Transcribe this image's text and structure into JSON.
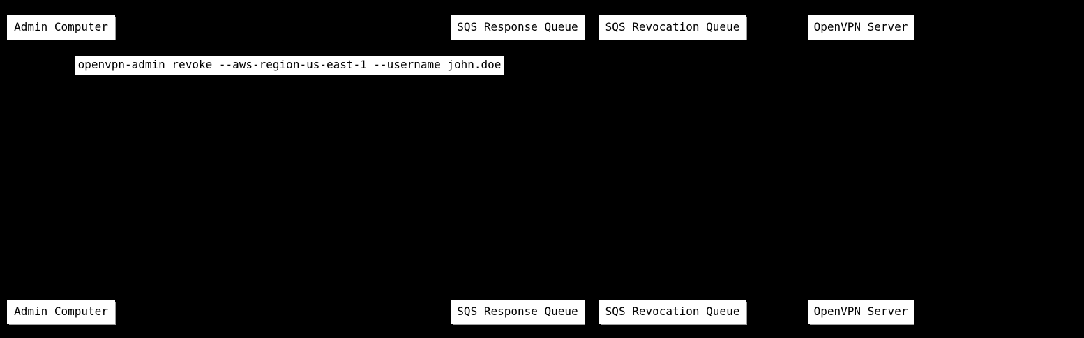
{
  "diagram": {
    "kind": "sequence-diagram",
    "theme": {
      "background_color": "#000000",
      "box_fill_color": "#ffffff",
      "box_text_color": "#000000",
      "box_shadow_color": "#9e9e9e"
    },
    "participants": [
      {
        "label": "Admin Computer"
      },
      {
        "label": "SQS Response Queue"
      },
      {
        "label": "SQS Revocation Queue"
      },
      {
        "label": "OpenVPN Server"
      }
    ],
    "messages": [
      {
        "text": "openvpn-admin revoke --aws-region-us-east-1 --username john.doe"
      }
    ]
  }
}
